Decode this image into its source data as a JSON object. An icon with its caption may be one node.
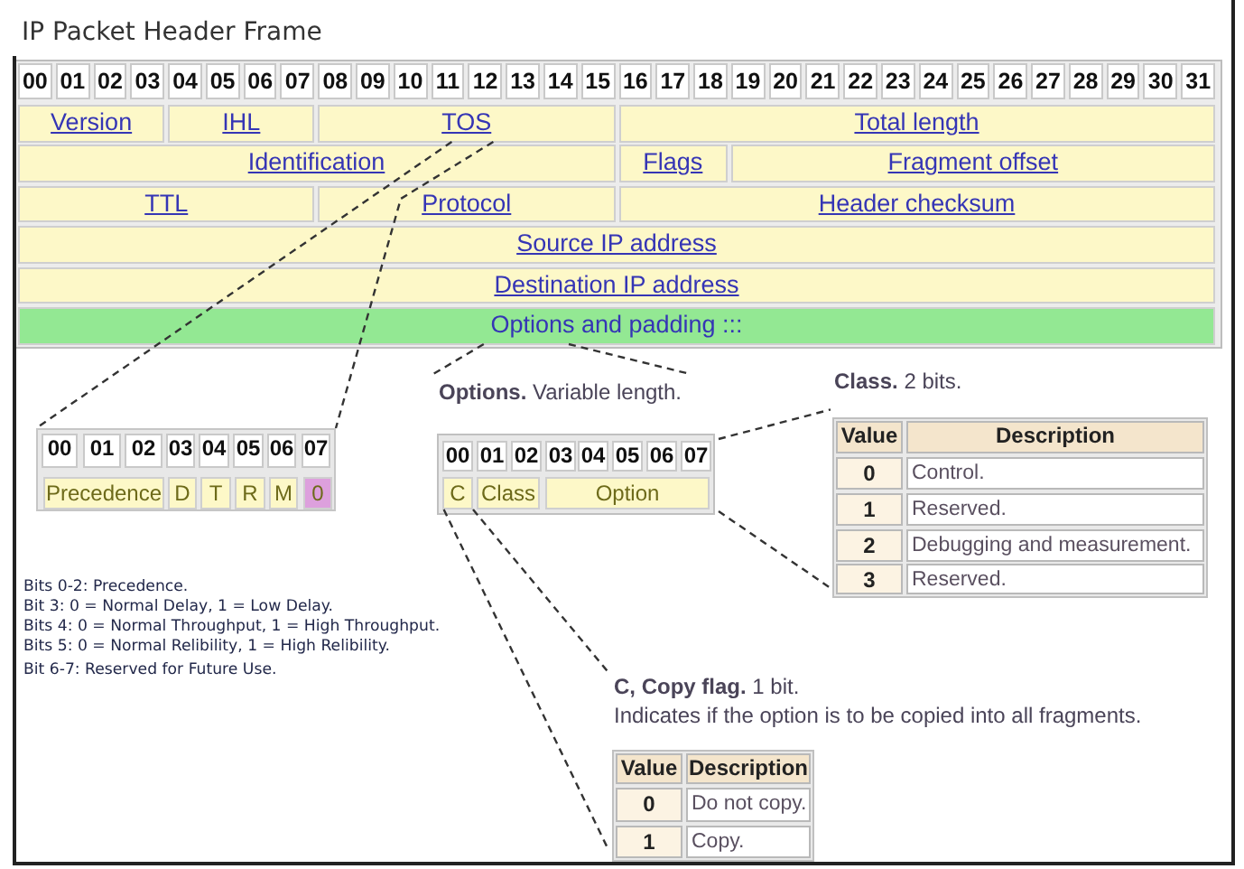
{
  "diagram": {
    "title": "IP Packet Header Frame",
    "nodes": [
      {
        "text": [
          "Version"
        ]
      },
      {
        "text": [
          "IHL"
        ]
      },
      {
        "text": [
          "TOS"
        ]
      },
      {
        "text": [
          "Total length"
        ]
      },
      {
        "text": [
          "Identification"
        ]
      },
      {
        "text": [
          "Flags"
        ]
      },
      {
        "text": [
          "Fragment offset"
        ]
      },
      {
        "text": [
          "TTL"
        ]
      },
      {
        "text": [
          "Protocol"
        ]
      },
      {
        "text": [
          "Header checksum"
        ]
      },
      {
        "text": [
          "Source IP address"
        ]
      },
      {
        "text": [
          "Destination IP address"
        ]
      },
      {
        "text": [
          "Options and padding :::"
        ]
      },
      {
        "text": [],
        "shape": "box"
      },
      {
        "text": [
          "Precedence"
        ],
        "in": 13
      },
      {
        "text": [
          "D"
        ],
        "in": 13
      },
      {
        "text": [
          "T"
        ],
        "in": 13
      },
      {
        "text": [
          "R"
        ],
        "in": 13
      },
      {
        "text": [
          "M"
        ],
        "in": 13
      },
      {
        "text": [
          "0"
        ],
        "in": 13
      },
      {
        "text": [
          "**Options.** Variable length."
        ]
      },
      {
        "text": [
          "C"
        ],
        "in": 20
      },
      {
        "text": [
          "Class"
        ],
        "in": 20
      },
      {
        "text": [
          "Option"
        ],
        "in": 20
      },
      {
        "text": [
          "**Class.** 2 bits."
        ]
      },
      {
        "text": [
          "**C, Copy flag.** 1 bit.",
          "Indicates if the option is to be copied into all fragments."
        ]
      }
    ],
    "edges": [
      {
        "from": 2,
        "to": 13,
        "arrow": "none",
        "style": "dashed"
      },
      {
        "from": 2,
        "to": 13,
        "arrow": "none",
        "style": "dashed"
      },
      {
        "from": 12,
        "to": 20,
        "arrow": "none",
        "style": "dashed"
      },
      {
        "from": 12,
        "to": 20,
        "arrow": "none",
        "style": "dashed"
      },
      {
        "from": 20,
        "to": 24,
        "arrow": "none",
        "style": "dashed"
      },
      {
        "from": 20,
        "to": 24,
        "arrow": "none",
        "style": "dashed"
      },
      {
        "from": 21,
        "to": 25,
        "arrow": "none",
        "style": "dashed"
      },
      {
        "from": 21,
        "to": 25,
        "arrow": "none",
        "style": "dashed"
      }
    ],
    "labels": [
      "00",
      "01",
      "02",
      "03",
      "04",
      "05",
      "06",
      "07",
      "08",
      "09",
      "10",
      "11",
      "12",
      "13",
      "14",
      "15",
      "16",
      "17",
      "18",
      "19",
      "20",
      "21",
      "22",
      "23",
      "24",
      "25",
      "26",
      "27",
      "28",
      "29",
      "30",
      "31",
      "00",
      "01",
      "02",
      "03",
      "04",
      "05",
      "06",
      "07",
      "00",
      "01",
      "02",
      "03",
      "04",
      "05",
      "06",
      "07",
      "Value",
      "Description",
      "0",
      "Control.",
      "1",
      "Reserved.",
      "2",
      "Debugging and measurement.",
      "3",
      "Reserved.",
      "Bits 0-2: Precedence.",
      "Bit 3: 0 = Normal Delay, 1 = Low Delay.",
      "Bits 4: 0 = Normal Throughput, 1 = High Throughput.",
      "Bits 5: 0 = Normal Relibility, 1 = High Relibility.",
      "Bit 6-7: Reserved for Future Use.",
      "Value",
      "Description",
      "0",
      "Do not copy.",
      "1",
      "Copy."
    ]
  }
}
